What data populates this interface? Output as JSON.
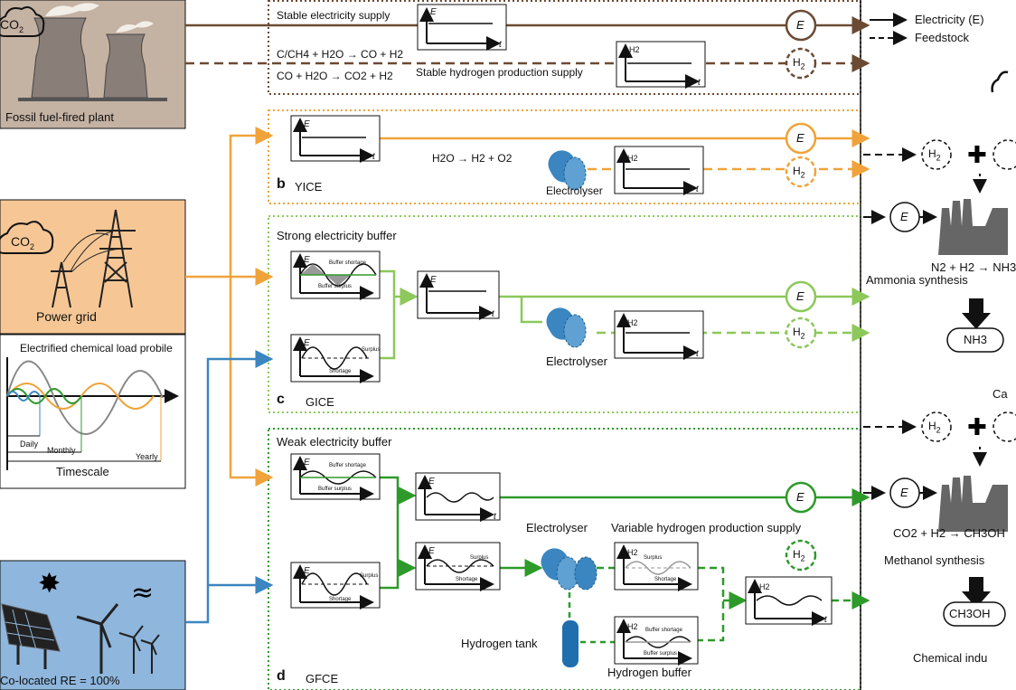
{
  "left": {
    "fossil_co2": "CO",
    "fossil_label": "Fossil fuel-fired plant",
    "grid_co2": "CO",
    "grid_label": "Power grid",
    "load_title": "Electrified chemical load probile",
    "load_daily": "Daily",
    "load_monthly": "Monthly",
    "load_yearly": "Yearly",
    "load_timescale": "Timescale",
    "re_label": "Co-located RE = 100%"
  },
  "top": {
    "stable_elec": "Stable electricity supply",
    "reaction1": "C/CH4 + H2O → CO + H2",
    "reaction2": "CO + H2O → CO2 + H2",
    "stable_h2": "Stable hydrogen production supply"
  },
  "b": {
    "letter": "b",
    "name": "YICE",
    "reaction": "H2O → H2 + O2",
    "electrolyser": "Electrolyser"
  },
  "c": {
    "letter": "c",
    "name": "GICE",
    "buffer_title": "Strong electricity buffer",
    "electrolyser": "Electrolyser"
  },
  "d": {
    "letter": "d",
    "name": "GFCE",
    "buffer_title": "Weak electricity buffer",
    "electrolyser": "Electrolyser",
    "variable_h2": "Variable hydrogen production supply",
    "tank": "Hydrogen tank",
    "h2_buffer": "Hydrogen buffer"
  },
  "graph_text": {
    "E": "E",
    "t": "t",
    "H2": "H2",
    "buffer_shortage": "Buffer shortage",
    "buffer_surplus": "Buffer surplus",
    "surplus": "Surplus",
    "shortage": "Shortage"
  },
  "legend": {
    "electricity": "Electricity (E)",
    "feedstock": "Feedstock"
  },
  "right": {
    "ammonia_eq": "N2 + H2 → NH3",
    "ammonia_label": "Ammonia synthesis",
    "nh3": "NH3",
    "partial_ca": "Ca",
    "methanol_eq": "CO2 + H2 → CH3OH",
    "methanol_label": "Methanol synthesis",
    "ch3oh": "CH3OH",
    "chem_ind": "Chemical indu"
  },
  "nodes": {
    "E": "E",
    "H2": "H"
  },
  "colors": {
    "brown": "#6b4a34",
    "orange": "#f0a33a",
    "lightgreen": "#8cc85a",
    "darkgreen": "#2e9a2a",
    "blue": "#3b86c0",
    "fossil_bg": "#c4b2a3",
    "grid_bg": "#f6c795",
    "re_bg": "#8fb6dc"
  }
}
